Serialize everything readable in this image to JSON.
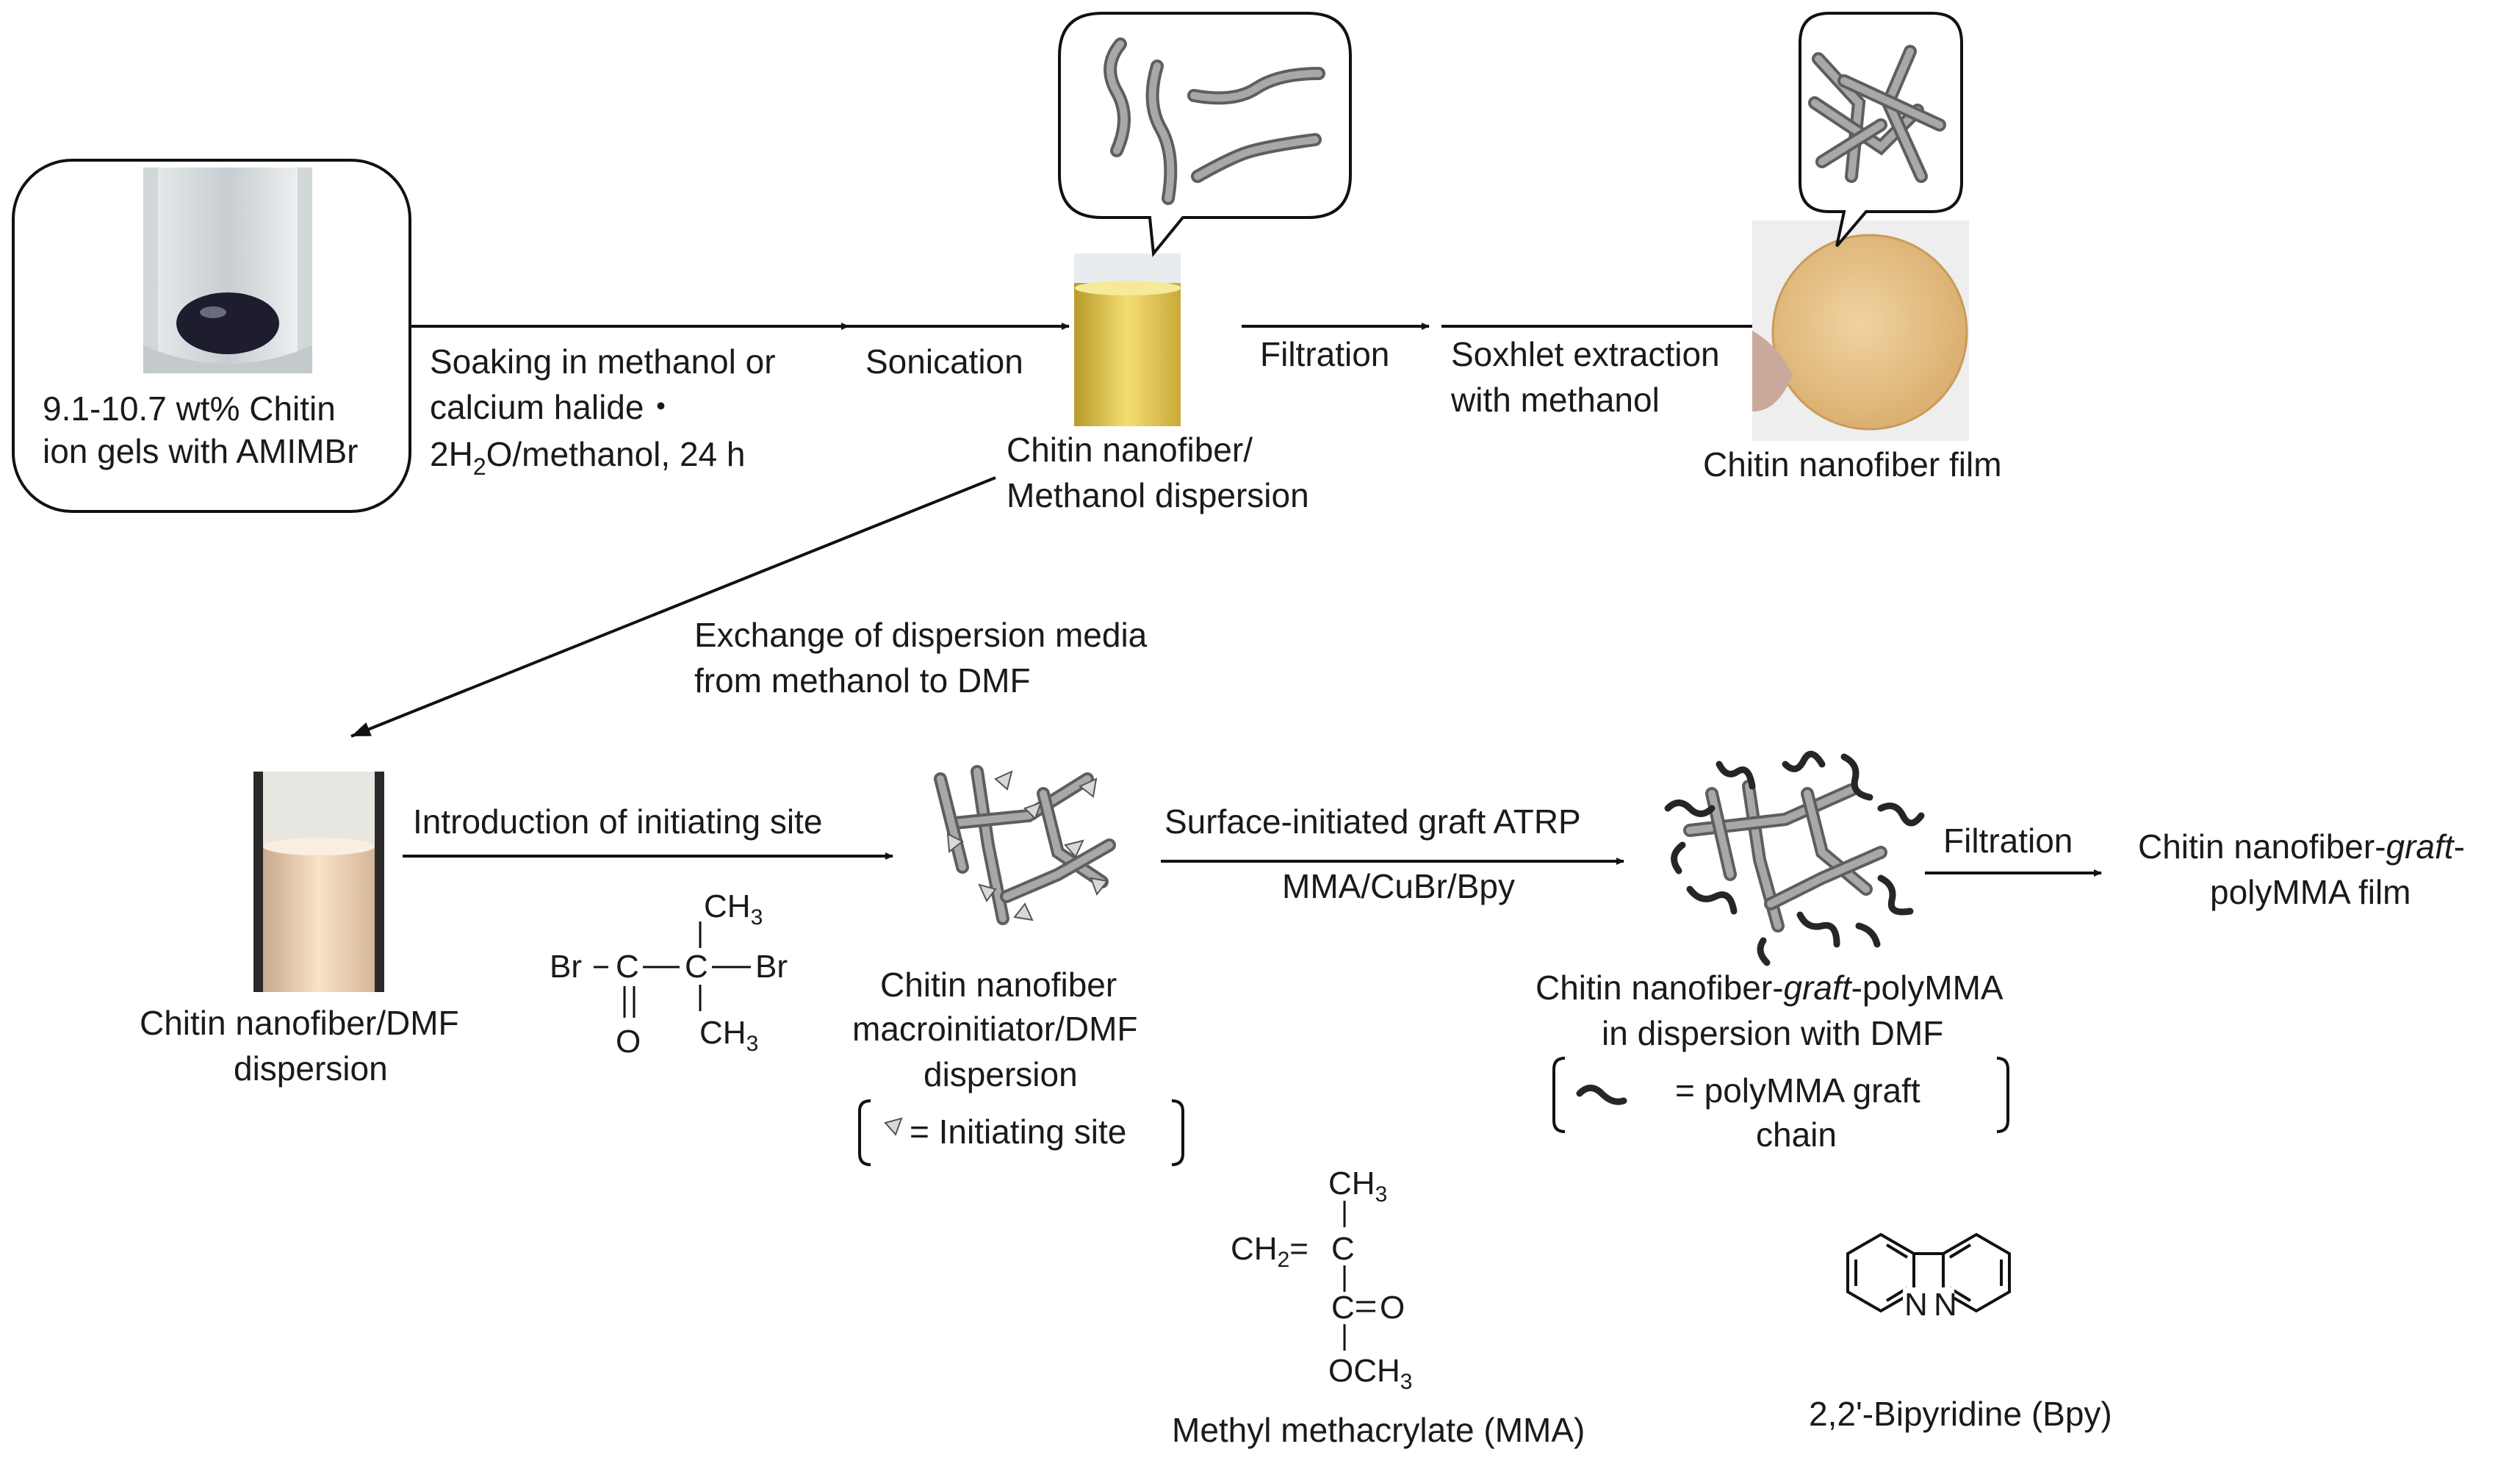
{
  "gel_box": {
    "line1": "9.1-10.7 wt% Chitin",
    "line2": "ion gels with AMIMBr"
  },
  "step_soak": {
    "line1": "Soaking in methanol or",
    "line2": "calcium halide・",
    "line3_a": "2H",
    "line3_sub": "2",
    "line3_b": "O/methanol, 24 h"
  },
  "step_sonication": "Sonication",
  "methanol_dispersion": {
    "line1": "Chitin nanofiber/",
    "line2": "Methanol dispersion"
  },
  "step_filtration_1": "Filtration",
  "step_soxhlet": {
    "line1": "Soxhlet extraction",
    "line2": "with methanol"
  },
  "film_label": "Chitin nanofiber film",
  "step_exchange": {
    "line1": "Exchange of dispersion media",
    "line2": "from methanol to DMF"
  },
  "dmf_dispersion": {
    "line1": "Chitin nanofiber/DMF",
    "line2": "dispersion"
  },
  "step_initiating": "Introduction of initiating site",
  "initiator_reagent": {
    "ch3": "CH",
    "sub3": "3",
    "br": "Br",
    "c": "C",
    "o": "O"
  },
  "macroinitiator": {
    "line1": "Chitin nanofiber",
    "line2": "macroinitiator/DMF",
    "line3": "dispersion",
    "legend": "= Initiating site"
  },
  "step_atrp": {
    "line1": "Surface-initiated graft ATRP",
    "line2": "MMA/CuBr/Bpy"
  },
  "graft_dispersion": {
    "line1_a": "Chitin nanofiber-",
    "line1_b": "graft",
    "line1_c": "-polyMMA",
    "line2": "in dispersion with DMF",
    "legend_1": "= polyMMA graft",
    "legend_2": "chain"
  },
  "step_filtration_2": "Filtration",
  "graft_film": {
    "line1_a": "Chitin nanofiber-",
    "line1_b": "graft",
    "line1_c": "-",
    "line2": "polyMMA film"
  },
  "mma_structure": {
    "ch3": "CH",
    "ch2": "CH",
    "two": "2",
    "eq": "=",
    "c": "C",
    "o": "O",
    "och3": "OCH",
    "name": "Methyl methacrylate (MMA)"
  },
  "bpy_structure": {
    "n": "N",
    "name": "2,2'-Bipyridine (Bpy)"
  },
  "colors": {
    "fiber": "#9a9a9a",
    "fiber_dark": "#5e5e5e",
    "graft_chain": "#262626",
    "gel_glass": "#d7dcdf",
    "gel_drop": "#1d1d2e",
    "yellow_liquid": "#e8cf5c",
    "dmf_liquid": "#f2d5b8",
    "film": "#e7c48c"
  }
}
